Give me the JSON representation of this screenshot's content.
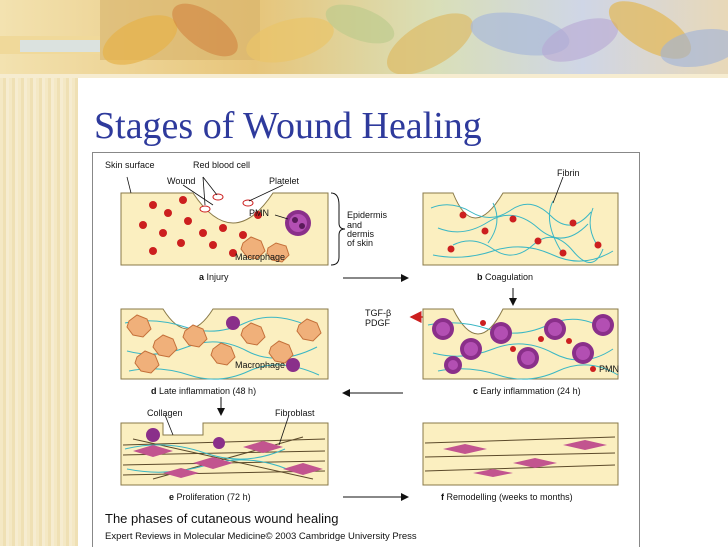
{
  "slide": {
    "title": "Stages of Wound Healing"
  },
  "figure": {
    "labels": {
      "skin_surface": "Skin surface",
      "red_blood_cell": "Red blood cell",
      "wound": "Wound",
      "platelet": "Platelet",
      "fibrin": "Fibrin",
      "pmn_a": "PMN",
      "macrophage_a": "Macrophage",
      "epidermis": "Epidermis",
      "and": "and",
      "dermis": "dermis",
      "of_skin": "of skin",
      "tgf": "TGF-β",
      "pdgf": "PDGF",
      "macrophage_d": "Macrophage",
      "pmn_c": "PMN",
      "collagen": "Collagen",
      "fibroblast": "Fibroblast"
    },
    "panels": {
      "a": {
        "letter": "a",
        "text": "Injury"
      },
      "b": {
        "letter": "b",
        "text": "Coagulation"
      },
      "c": {
        "letter": "c",
        "text": "Early inflammation (24 h)"
      },
      "d": {
        "letter": "d",
        "text": "Late inflammation (48 h)"
      },
      "e": {
        "letter": "e",
        "text": "Proliferation (72 h)"
      },
      "f": {
        "letter": "f",
        "text": "Remodelling (weeks to months)"
      }
    },
    "title": "The phases of cutaneous wound healing",
    "credit": "Expert Reviews in Molecular Medicine© 2003 Cambridge University Press"
  },
  "colors": {
    "title": "#2e3a9c",
    "dermis": "#fbefc0",
    "rbc": "#cc1f1f",
    "fibrin": "#3bb7c4",
    "pmn": "#8a2f8a",
    "macrophage": "#f0b07a",
    "fibroblast": "#c2548f",
    "arrow_red": "#cc1f1f"
  }
}
